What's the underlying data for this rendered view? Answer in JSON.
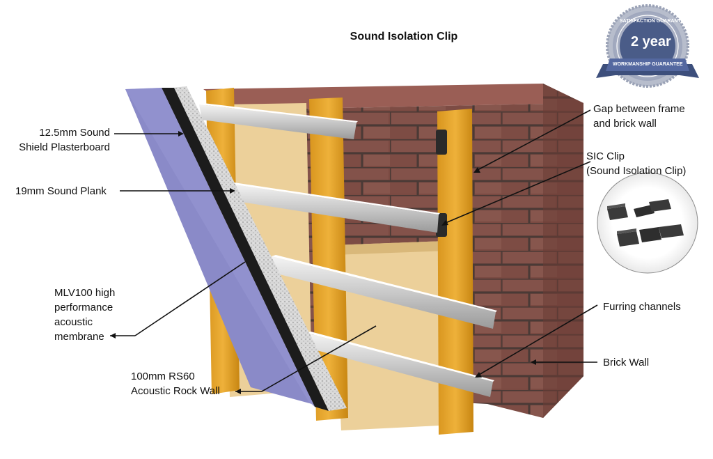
{
  "title": "Sound Isolation Clip",
  "badge": {
    "arc_text": "SATISFACTION GUARANTEED",
    "main_text": "2 year",
    "ribbon_text": "WORKMANSHIP GUARANTEE"
  },
  "labels": {
    "plasterboard": [
      "12.5mm Sound",
      "Shield Plasterboard"
    ],
    "sound_plank": [
      "19mm Sound Plank"
    ],
    "mlv": [
      "MLV100 high",
      "performance",
      "acoustic",
      "membrane"
    ],
    "rock_wall": [
      "100mm RS60",
      "Acoustic Rock Wall"
    ],
    "gap": [
      "Gap between frame",
      "and brick wall"
    ],
    "sic_clip": [
      "SIC Clip",
      "(Sound Isolation Clip)"
    ],
    "furring": [
      "Furring channels"
    ],
    "brick_wall": [
      "Brick Wall"
    ]
  },
  "colors": {
    "brick": "#7a4a42",
    "mortar": "#4a3a36",
    "timber": "#e5a62a",
    "insulation": "#ecd09a",
    "plasterboard": "#8a8ac8",
    "membrane": "#1c1c1c",
    "plank": "#cfcfcf",
    "channel": "#e6e6e6",
    "badge": "#4a5c88"
  }
}
